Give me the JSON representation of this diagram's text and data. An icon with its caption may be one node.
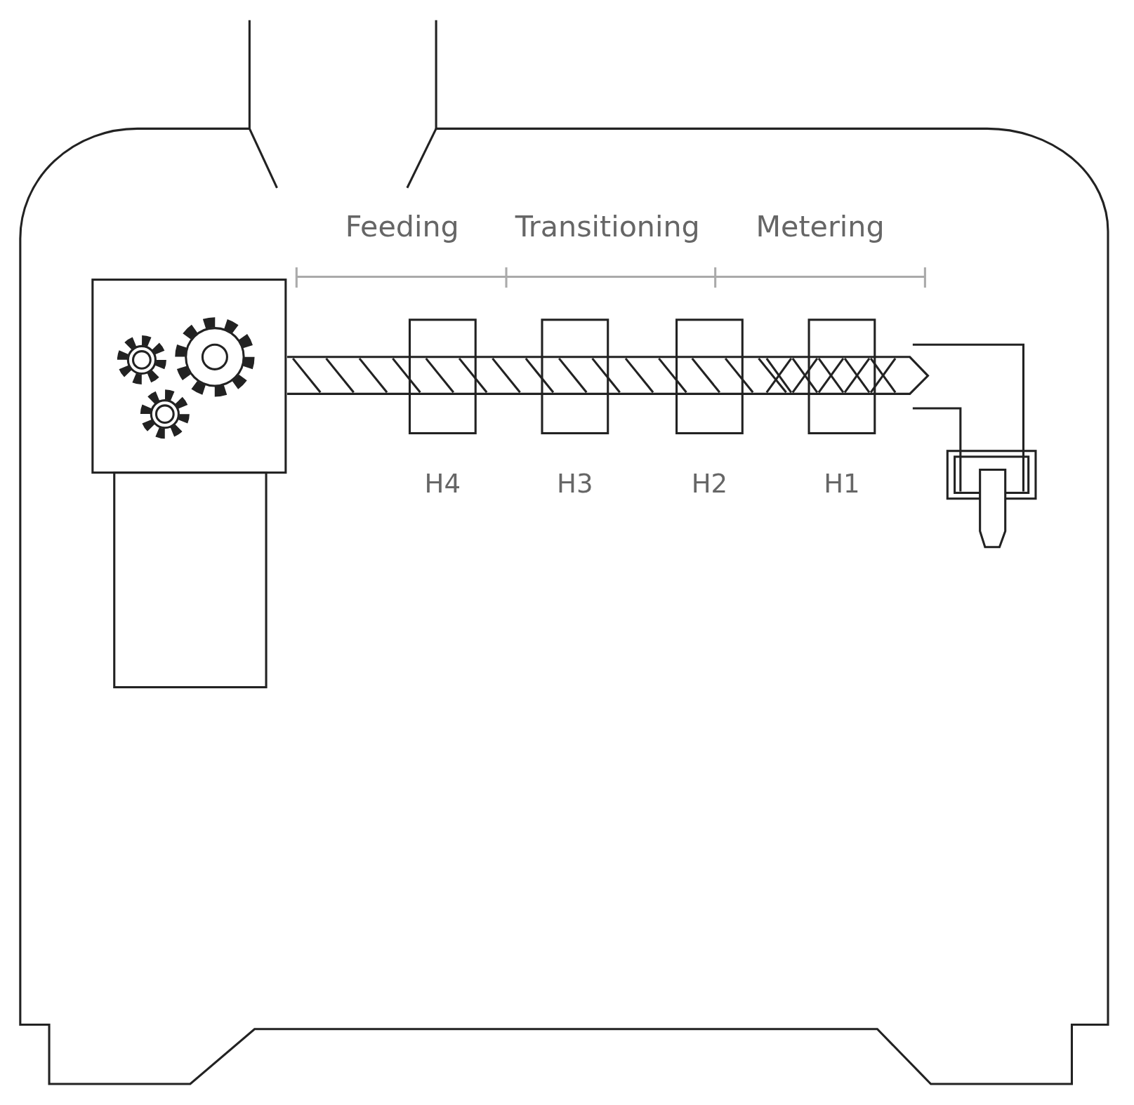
{
  "diagram": {
    "nodes": [
      {
        "text": [
          "H4"
        ]
      },
      {
        "text": [
          "H3"
        ]
      },
      {
        "text": [
          "H2"
        ]
      },
      {
        "text": [
          "H1"
        ]
      }
    ],
    "labels": [
      "Feeding",
      "Transitioning",
      "Metering"
    ]
  }
}
